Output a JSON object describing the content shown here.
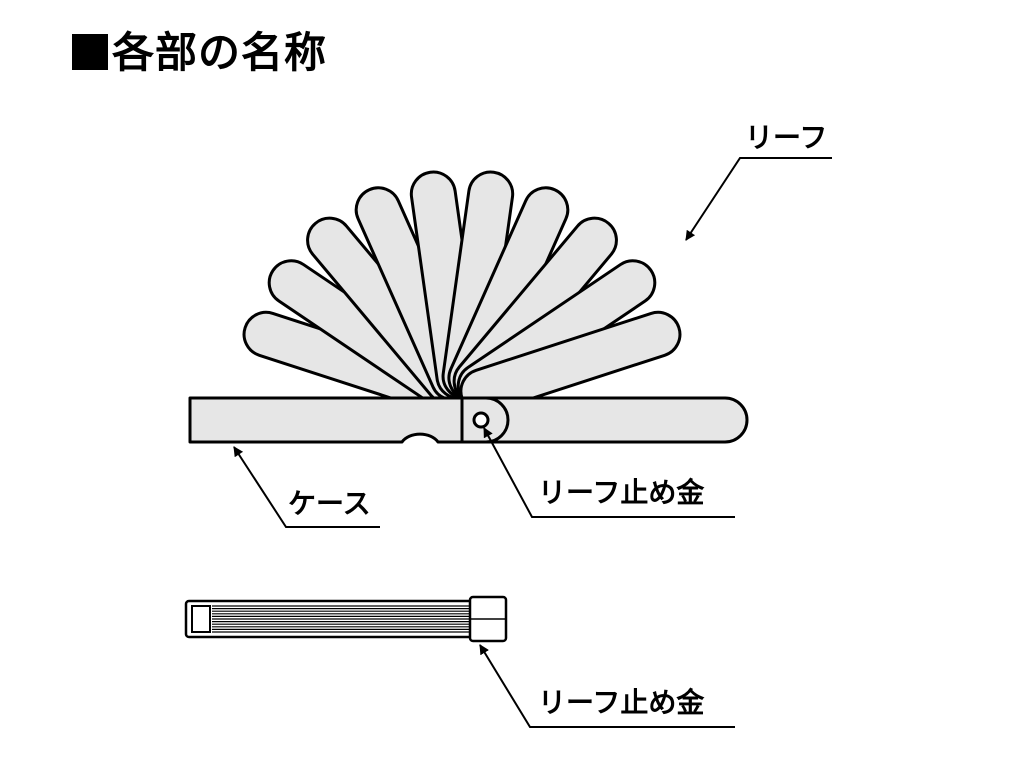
{
  "title": "■各部の名称",
  "colors": {
    "stroke": "#000000",
    "fill": "#e6e6e6",
    "background": "#ffffff"
  },
  "labels": {
    "leaf": "リーフ",
    "case": "ケース",
    "leaf_stopper_top": "リーフ止め金",
    "leaf_stopper_bottom": "リーフ止め金"
  },
  "diagram": {
    "open_view": {
      "leaf_count": 10
    },
    "closed_view": {
      "leaf_count": 11
    }
  }
}
